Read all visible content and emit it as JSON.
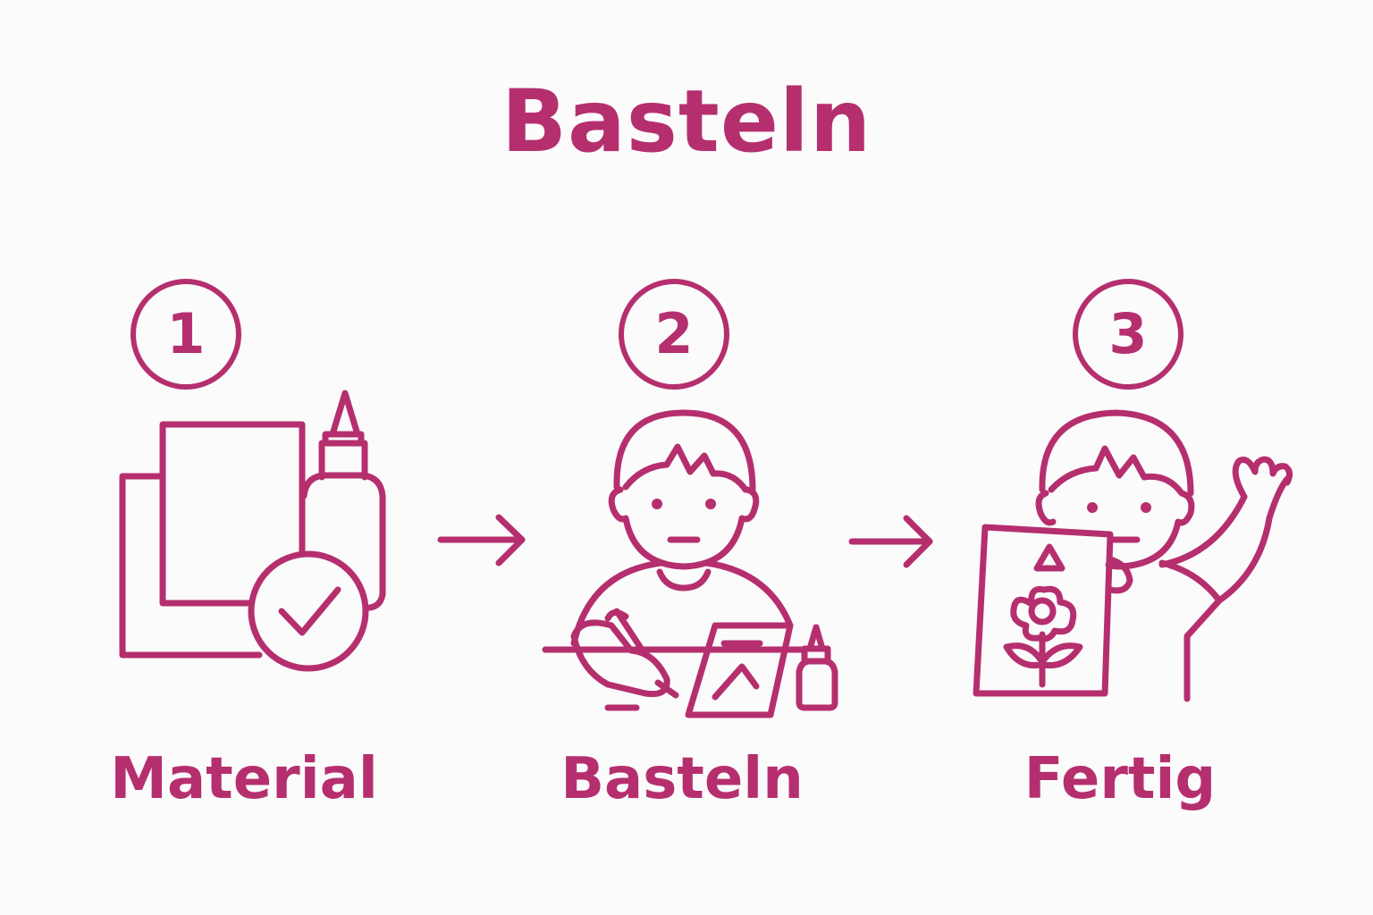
{
  "colors": {
    "accent": "#b52f6f",
    "background": "#fbfbfb"
  },
  "title": "Basteln",
  "steps": [
    {
      "number": "1",
      "label": "Material",
      "icon": "paper-glue-check-icon"
    },
    {
      "number": "2",
      "label": "Basteln",
      "icon": "child-crafting-icon"
    },
    {
      "number": "3",
      "label": "Fertig",
      "icon": "child-showing-picture-icon"
    }
  ],
  "arrows": [
    "arrow-right-icon",
    "arrow-right-icon"
  ]
}
